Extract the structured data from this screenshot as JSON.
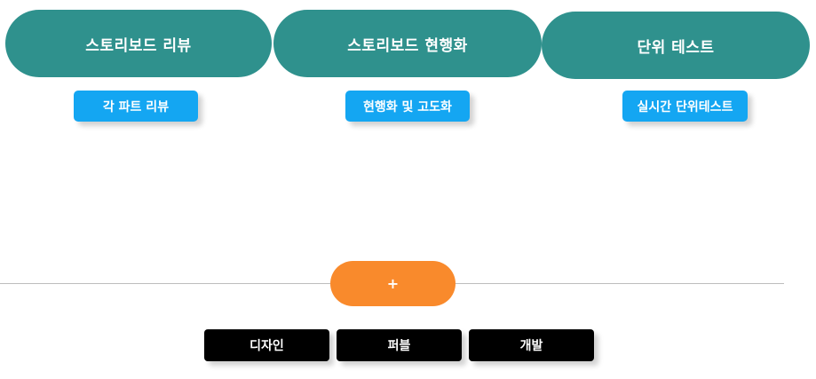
{
  "stages": [
    {
      "label": "스토리보드 리뷰"
    },
    {
      "label": "스토리보드 현행화"
    },
    {
      "label": "단위 테스트"
    }
  ],
  "tasks": [
    {
      "label": "각 파트 리뷰"
    },
    {
      "label": "현행화 및 고도화"
    },
    {
      "label": "실시간 단위테스트"
    }
  ],
  "add_button": {
    "label": "+"
  },
  "teams": [
    {
      "label": "디자인"
    },
    {
      "label": "퍼블"
    },
    {
      "label": "개발"
    }
  ],
  "colors": {
    "stage": "#2f918d",
    "task": "#14a6f2",
    "add": "#f98a2c",
    "team": "#000000",
    "divider": "#bdbdbd"
  }
}
